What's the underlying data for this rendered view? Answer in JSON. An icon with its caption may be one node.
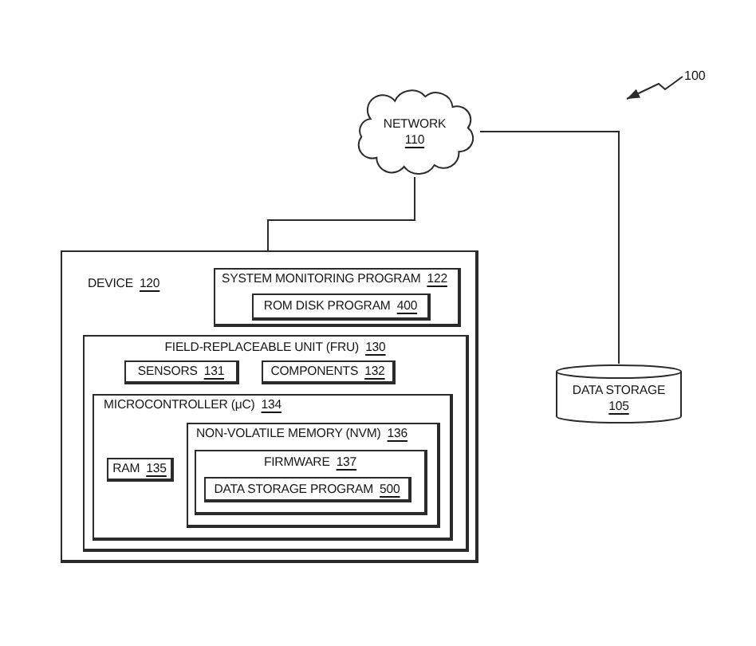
{
  "diagram": {
    "nodes": [
      {
        "text": [
          "100"
        ]
      },
      {
        "text": [
          "NETWORK",
          "110"
        ]
      },
      {
        "text": [
          "DEVICE",
          "120"
        ]
      },
      {
        "text": [
          "SYSTEM MONITORING PROGRAM",
          "122"
        ],
        "in": 2
      },
      {
        "text": [
          "ROM DISK PROGRAM",
          "400"
        ],
        "in": 3
      },
      {
        "text": [
          "FIELD-REPLACEABLE UNIT (FRU)",
          "130"
        ],
        "in": 2
      },
      {
        "text": [
          "SENSORS",
          "131"
        ],
        "in": 5
      },
      {
        "text": [
          "COMPONENTS",
          "132"
        ],
        "in": 5
      },
      {
        "text": [
          "MICROCONTROLLER (μC)",
          "134"
        ],
        "in": 5
      },
      {
        "text": [
          "NON-VOLATILE MEMORY (NVM)",
          "136"
        ],
        "in": 8
      },
      {
        "text": [
          "RAM",
          "135"
        ],
        "in": 8
      },
      {
        "text": [
          "FIRMWARE",
          "137"
        ],
        "in": 9
      },
      {
        "text": [
          "DATA STORAGE PROGRAM",
          "500"
        ],
        "in": 11
      },
      {
        "text": [
          "DATA STORAGE",
          "105"
        ]
      }
    ],
    "edges": [
      {
        "from": 1,
        "to": 2,
        "arrow": "none"
      },
      {
        "from": 1,
        "to": 13,
        "arrow": "none"
      },
      {
        "from": 0,
        "to": null,
        "arrow": "to"
      }
    ]
  }
}
